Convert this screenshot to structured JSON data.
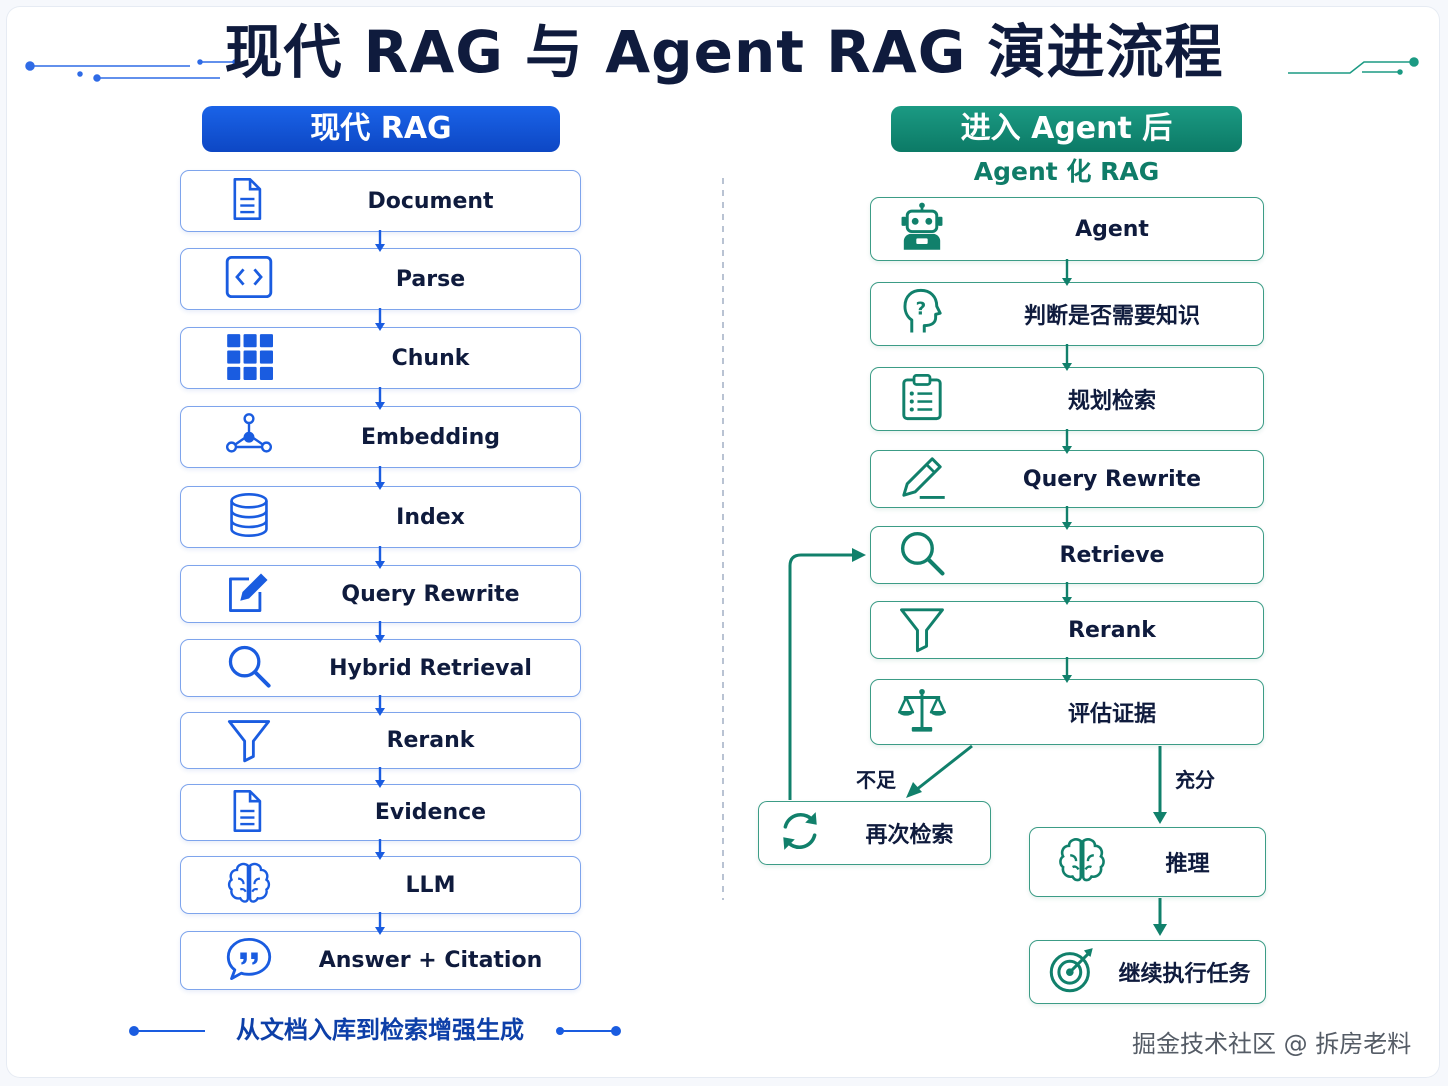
{
  "title": "现代 RAG 与 Agent RAG 演进流程",
  "left": {
    "header": "现代 RAG",
    "steps": [
      {
        "label": "Document",
        "icon": "document-icon"
      },
      {
        "label": "Parse",
        "icon": "code-icon"
      },
      {
        "label": "Chunk",
        "icon": "grid-icon"
      },
      {
        "label": "Embedding",
        "icon": "network-icon"
      },
      {
        "label": "Index",
        "icon": "database-icon"
      },
      {
        "label": "Query Rewrite",
        "icon": "edit-icon"
      },
      {
        "label": "Hybrid Retrieval",
        "icon": "search-icon"
      },
      {
        "label": "Rerank",
        "icon": "filter-icon"
      },
      {
        "label": "Evidence",
        "icon": "document-icon"
      },
      {
        "label": "LLM",
        "icon": "brain-icon"
      },
      {
        "label": "Answer + Citation",
        "icon": "quote-bubble-icon"
      }
    ],
    "caption": "从文档入库到检索增强生成"
  },
  "right": {
    "header": "进入 Agent 后",
    "subtitle": "Agent 化 RAG",
    "steps": [
      {
        "label": "Agent",
        "icon": "robot-icon"
      },
      {
        "label": "判断是否需要知识",
        "icon": "question-head-icon"
      },
      {
        "label": "规划检索",
        "icon": "clipboard-icon"
      },
      {
        "label": "Query Rewrite",
        "icon": "pencil-icon"
      },
      {
        "label": "Retrieve",
        "icon": "search-icon"
      },
      {
        "label": "Rerank",
        "icon": "filter-icon"
      },
      {
        "label": "评估证据",
        "icon": "scale-icon"
      }
    ],
    "branch_insufficient": "不足",
    "branch_sufficient": "充分",
    "retry": {
      "label": "再次检索",
      "icon": "refresh-icon"
    },
    "reason": {
      "label": "推理",
      "icon": "brain-icon"
    },
    "continue": {
      "label": "继续执行任务",
      "icon": "target-icon"
    }
  },
  "watermark": "掘金技术社区 @ 拆房老料",
  "colors": {
    "blue": "#1a5ce0",
    "green": "#11806b",
    "ink": "#0f1b3d"
  }
}
